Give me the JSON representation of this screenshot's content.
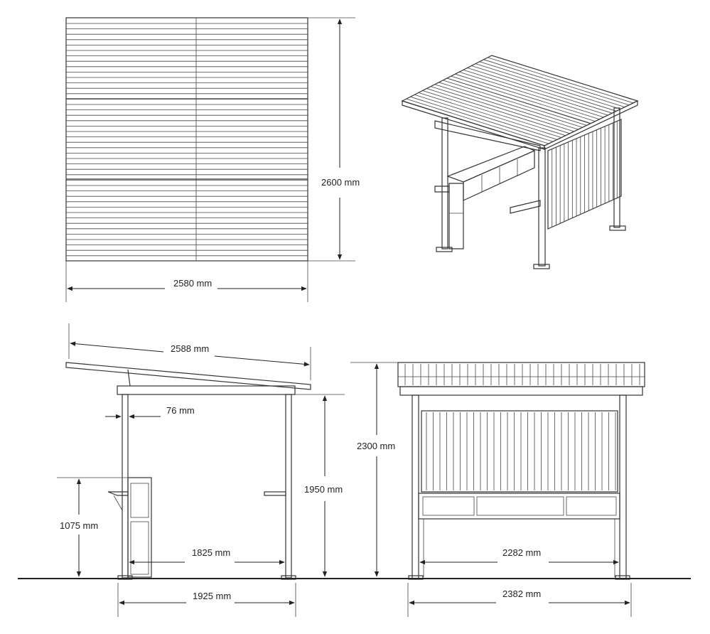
{
  "dimensions": {
    "top_width": "2580 mm",
    "top_depth": "2600 mm",
    "roof_length": "2588 mm",
    "post_width": "76 mm",
    "bench_height": "1075 mm",
    "side_clear_height": "1950 mm",
    "side_inner_span": "1825 mm",
    "side_outer_span": "1925 mm",
    "front_height": "2300 mm",
    "front_inner_span": "2282 mm",
    "front_outer_span": "2382 mm"
  }
}
